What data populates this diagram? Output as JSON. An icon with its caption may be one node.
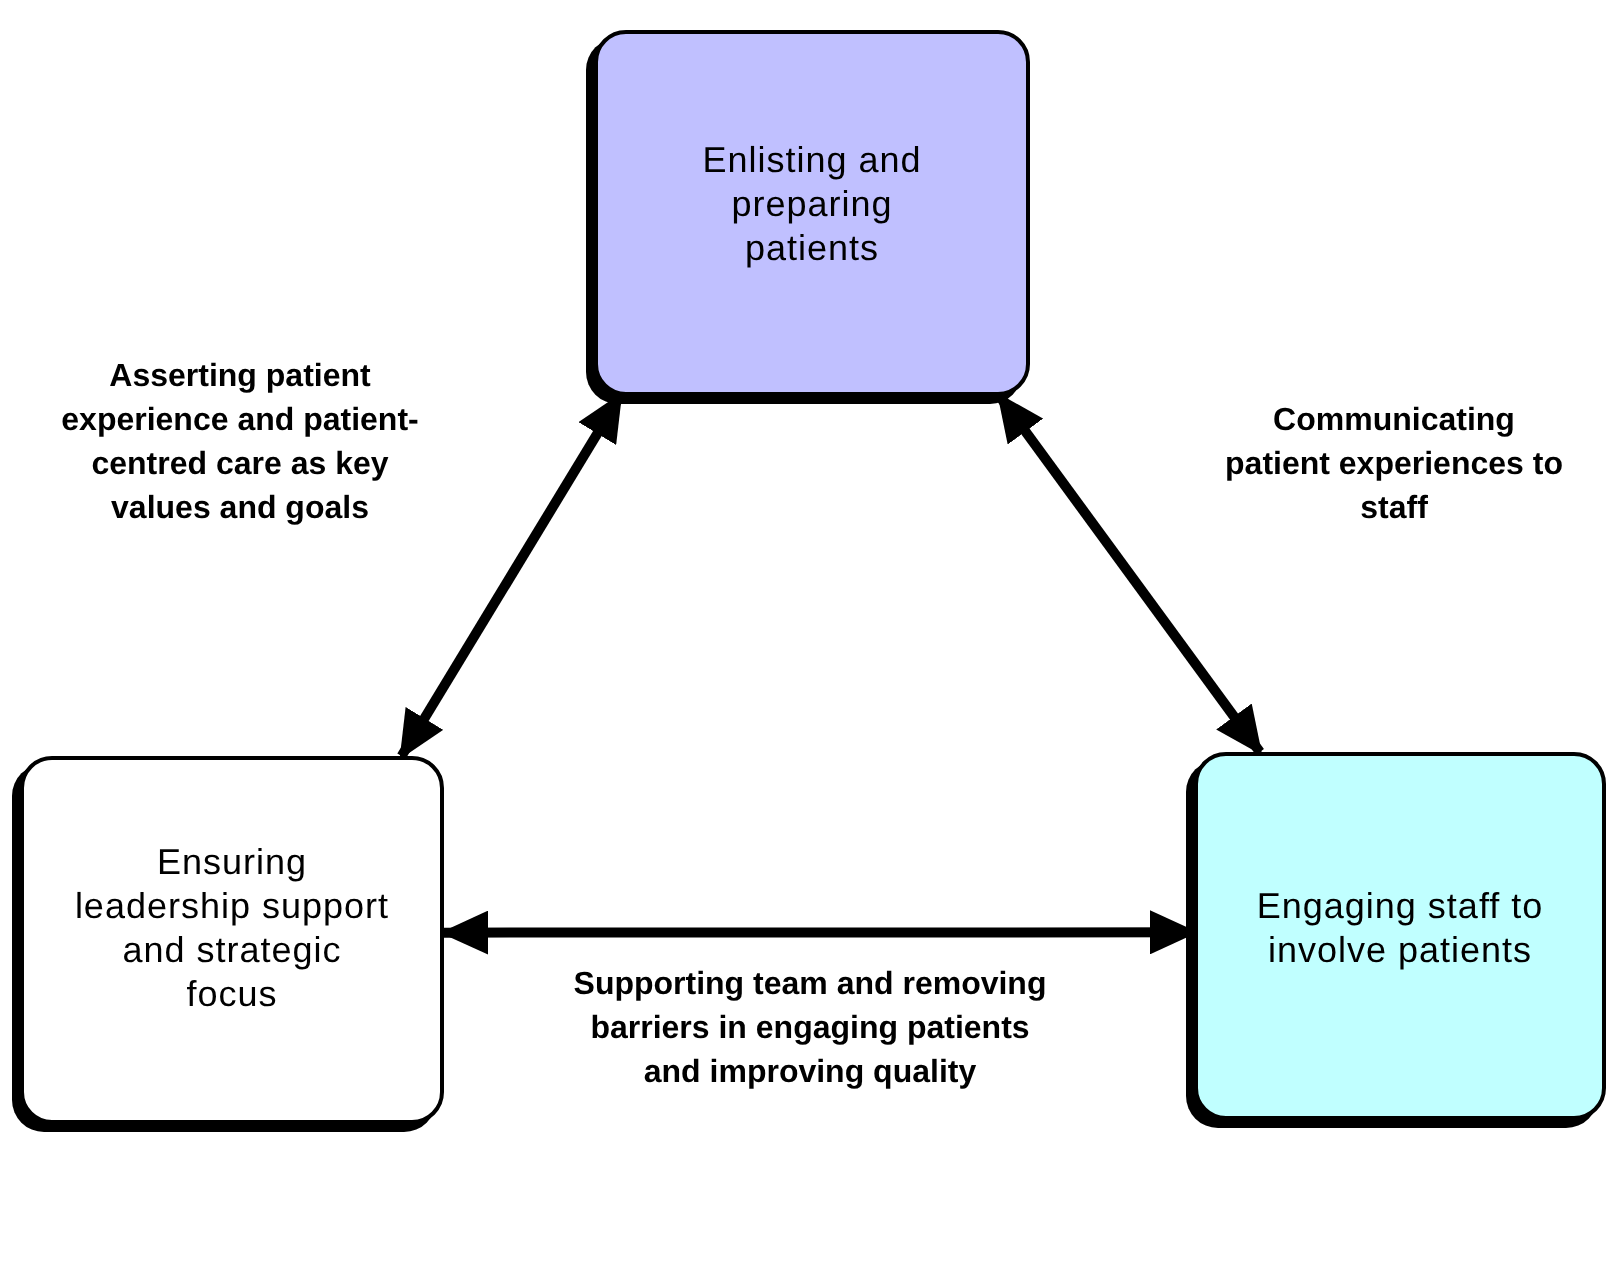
{
  "diagram": {
    "nodes": [
      {
        "text": [
          "Enlisting and preparing patients"
        ]
      },
      {
        "text": [
          "Ensuring leadership support and strategic focus"
        ]
      },
      {
        "text": [
          "Engaging staff to involve patients"
        ]
      }
    ],
    "edges": [
      {
        "from": 1,
        "to": 0,
        "arrow": "both",
        "label": "Asserting patient experience and patient-centred care as key values and goals"
      },
      {
        "from": 0,
        "to": 2,
        "arrow": "both",
        "label": "Communicating patient experiences to staff"
      },
      {
        "from": 1,
        "to": 2,
        "arrow": "both",
        "label": "Supporting team and removing barriers in engaging patients and improving quality"
      }
    ]
  }
}
